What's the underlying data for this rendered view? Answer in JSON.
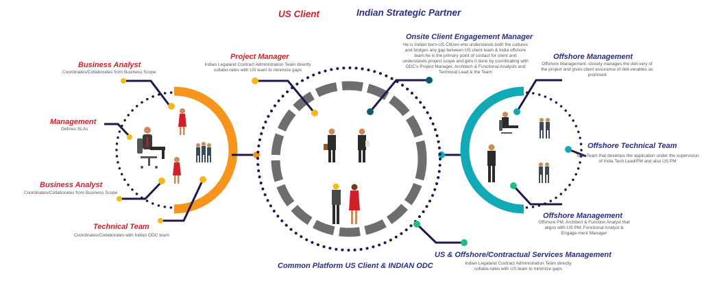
{
  "headers": {
    "us_client": "US Client",
    "indian_partner": "Indian Strategic Partner",
    "common_platform": "Common Platform US Client & INDIAN ODC"
  },
  "roles": {
    "ba_top": {
      "title": "Business Analyst",
      "desc": "Coordinates/Collaborates from Business Scope"
    },
    "management": {
      "title": "Management",
      "desc": "Defines SLAs"
    },
    "ba_bottom": {
      "title": "Business Analyst",
      "desc": "Coordinates/Collaborates from Business Scope"
    },
    "technical_team": {
      "title": "Technical Team",
      "desc": "Coordinates/Collaborates with Indian ODC team"
    },
    "project_manager": {
      "title": "Project Manager",
      "desc": "Indian Legaland Contract Administration Team directly collabo-rates with US team to minimize gaps"
    },
    "onsite": {
      "title": "Onsite Client Engagement Manager",
      "desc": "He is Indian born-US Citizen eho understands both the cultures and bridges any gap between US client team & India offshore team.he is the primary point of contact for client and understands project scope and gets it done by coordinating with ODC's Project Manager, Architech & Functional Analysts and Technical Lead & the Team"
    },
    "offshore_mgmt_top": {
      "title": "Offshore Management",
      "desc": "Offshore Management -closely manages the deli-very of the project and gives client assurance of deli-verables as promised"
    },
    "offshore_tech": {
      "title": "Offshore Technical Team",
      "desc": "Tech Team that develops the application under the supervision of India Tech Lead/PM and also US PM"
    },
    "offshore_mgmt_bottom": {
      "title": "Offshore Management",
      "desc": "Offshore PM, Architect & Function Analyst that aligns with US PM, Functional Analyst & Engage-ment Manager"
    },
    "contractual": {
      "title": "US & Offshore/Contractual Services Management",
      "desc": "Indian Legaland Contract Administration Team directly collabo-rates with US team to minimize gaps"
    }
  },
  "colors": {
    "red_heading": "#d0202a",
    "blue_heading": "#2a2f7e",
    "orange": "#f7941d",
    "teal": "#11a9b5",
    "navy": "#1c1a4a",
    "yellow_dot": "#f6b81a",
    "green_dot": "#1fbf83",
    "dark_teal_dot": "#0e5e72",
    "gray_ring": "#6d6e70"
  },
  "icons": [
    "person-figure",
    "office-chair",
    "connector-dot"
  ]
}
